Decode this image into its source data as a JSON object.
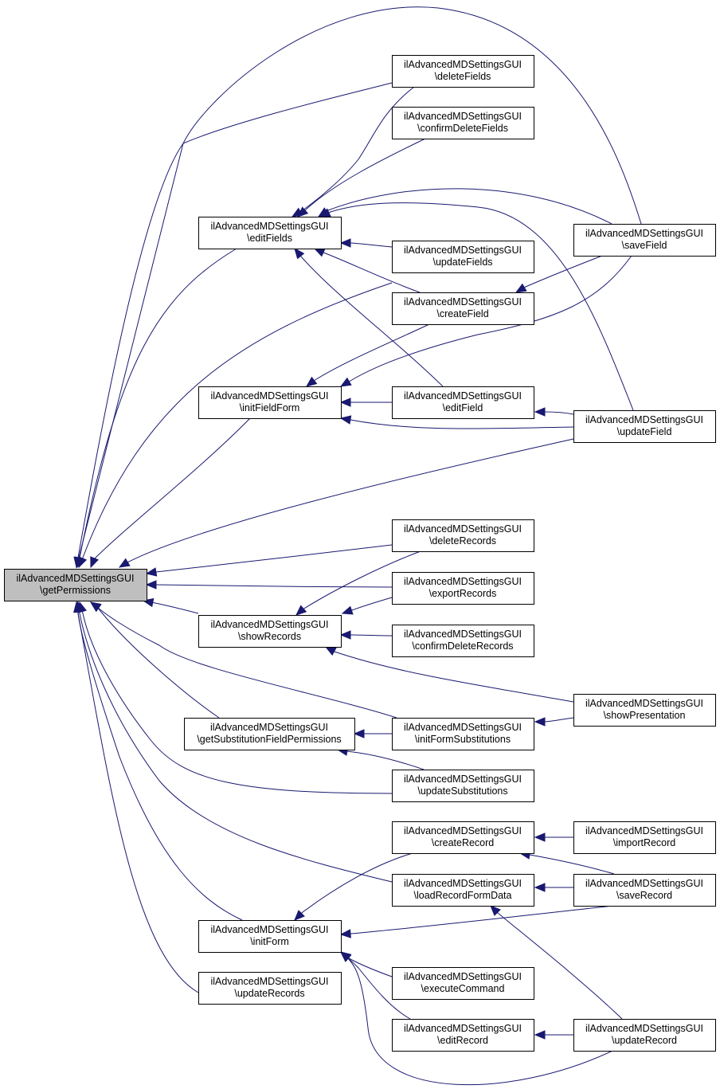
{
  "graph": {
    "nodes": [
      {
        "id": "root",
        "line1": "ilAdvancedMDSettingsGUI",
        "line2": "\\getPermissions",
        "root": true
      },
      {
        "id": "deleteFields",
        "line1": "ilAdvancedMDSettingsGUI",
        "line2": "\\deleteFields"
      },
      {
        "id": "confirmDeleteFields",
        "line1": "ilAdvancedMDSettingsGUI",
        "line2": "\\confirmDeleteFields"
      },
      {
        "id": "editFields",
        "line1": "ilAdvancedMDSettingsGUI",
        "line2": "\\editFields"
      },
      {
        "id": "saveField",
        "line1": "ilAdvancedMDSettingsGUI",
        "line2": "\\saveField"
      },
      {
        "id": "updateFields",
        "line1": "ilAdvancedMDSettingsGUI",
        "line2": "\\updateFields"
      },
      {
        "id": "createField",
        "line1": "ilAdvancedMDSettingsGUI",
        "line2": "\\createField"
      },
      {
        "id": "initFieldForm",
        "line1": "ilAdvancedMDSettingsGUI",
        "line2": "\\initFieldForm"
      },
      {
        "id": "editField",
        "line1": "ilAdvancedMDSettingsGUI",
        "line2": "\\editField"
      },
      {
        "id": "updateField",
        "line1": "ilAdvancedMDSettingsGUI",
        "line2": "\\updateField"
      },
      {
        "id": "deleteRecords",
        "line1": "ilAdvancedMDSettingsGUI",
        "line2": "\\deleteRecords"
      },
      {
        "id": "exportRecords",
        "line1": "ilAdvancedMDSettingsGUI",
        "line2": "\\exportRecords"
      },
      {
        "id": "showRecords",
        "line1": "ilAdvancedMDSettingsGUI",
        "line2": "\\showRecords"
      },
      {
        "id": "confirmDeleteRecords",
        "line1": "ilAdvancedMDSettingsGUI",
        "line2": "\\confirmDeleteRecords"
      },
      {
        "id": "showPresentation",
        "line1": "ilAdvancedMDSettingsGUI",
        "line2": "\\showPresentation"
      },
      {
        "id": "getSubstitutionFieldPermissions",
        "line1": "ilAdvancedMDSettingsGUI",
        "line2": "\\getSubstitutionFieldPermissions"
      },
      {
        "id": "initFormSubstitutions",
        "line1": "ilAdvancedMDSettingsGUI",
        "line2": "\\initFormSubstitutions"
      },
      {
        "id": "updateSubstitutions",
        "line1": "ilAdvancedMDSettingsGUI",
        "line2": "\\updateSubstitutions"
      },
      {
        "id": "createRecord",
        "line1": "ilAdvancedMDSettingsGUI",
        "line2": "\\createRecord"
      },
      {
        "id": "importRecord",
        "line1": "ilAdvancedMDSettingsGUI",
        "line2": "\\importRecord"
      },
      {
        "id": "loadRecordFormData",
        "line1": "ilAdvancedMDSettingsGUI",
        "line2": "\\loadRecordFormData"
      },
      {
        "id": "saveRecord",
        "line1": "ilAdvancedMDSettingsGUI",
        "line2": "\\saveRecord"
      },
      {
        "id": "initForm",
        "line1": "ilAdvancedMDSettingsGUI",
        "line2": "\\initForm"
      },
      {
        "id": "executeCommand",
        "line1": "ilAdvancedMDSettingsGUI",
        "line2": "\\executeCommand"
      },
      {
        "id": "updateRecords",
        "line1": "ilAdvancedMDSettingsGUI",
        "line2": "\\updateRecords"
      },
      {
        "id": "editRecord",
        "line1": "ilAdvancedMDSettingsGUI",
        "line2": "\\editRecord"
      },
      {
        "id": "updateRecord",
        "line1": "ilAdvancedMDSettingsGUI",
        "line2": "\\updateRecord"
      }
    ],
    "edges": [
      {
        "from": "deleteFields",
        "to": "root"
      },
      {
        "from": "saveField",
        "to": "root"
      },
      {
        "from": "editFields",
        "to": "root"
      },
      {
        "from": "createField",
        "to": "root"
      },
      {
        "from": "initFieldForm",
        "to": "root"
      },
      {
        "from": "updateField",
        "to": "root"
      },
      {
        "from": "deleteRecords",
        "to": "root"
      },
      {
        "from": "exportRecords",
        "to": "root"
      },
      {
        "from": "showRecords",
        "to": "root"
      },
      {
        "from": "initFormSubstitutions",
        "to": "root"
      },
      {
        "from": "getSubstitutionFieldPermissions",
        "to": "root"
      },
      {
        "from": "updateSubstitutions",
        "to": "root"
      },
      {
        "from": "loadRecordFormData",
        "to": "root"
      },
      {
        "from": "initForm",
        "to": "root"
      },
      {
        "from": "updateRecords",
        "to": "root"
      },
      {
        "from": "deleteFields",
        "to": "editFields"
      },
      {
        "from": "confirmDeleteFields",
        "to": "editFields"
      },
      {
        "from": "saveField",
        "to": "editFields"
      },
      {
        "from": "updateField",
        "to": "editFields"
      },
      {
        "from": "updateFields",
        "to": "editFields"
      },
      {
        "from": "createField",
        "to": "editFields"
      },
      {
        "from": "editField",
        "to": "editFields"
      },
      {
        "from": "saveField",
        "to": "createField"
      },
      {
        "from": "createField",
        "to": "initFieldForm"
      },
      {
        "from": "saveField",
        "to": "initFieldForm"
      },
      {
        "from": "editField",
        "to": "initFieldForm"
      },
      {
        "from": "updateField",
        "to": "initFieldForm"
      },
      {
        "from": "updateField",
        "to": "editField"
      },
      {
        "from": "deleteRecords",
        "to": "showRecords"
      },
      {
        "from": "exportRecords",
        "to": "showRecords"
      },
      {
        "from": "confirmDeleteRecords",
        "to": "showRecords"
      },
      {
        "from": "showPresentation",
        "to": "showRecords"
      },
      {
        "from": "initFormSubstitutions",
        "to": "getSubstitutionFieldPermissions"
      },
      {
        "from": "updateSubstitutions",
        "to": "getSubstitutionFieldPermissions"
      },
      {
        "from": "showPresentation",
        "to": "initFormSubstitutions"
      },
      {
        "from": "importRecord",
        "to": "createRecord"
      },
      {
        "from": "saveRecord",
        "to": "createRecord"
      },
      {
        "from": "saveRecord",
        "to": "loadRecordFormData"
      },
      {
        "from": "updateRecord",
        "to": "loadRecordFormData"
      },
      {
        "from": "createRecord",
        "to": "initForm"
      },
      {
        "from": "saveRecord",
        "to": "initForm"
      },
      {
        "from": "executeCommand",
        "to": "initForm"
      },
      {
        "from": "editRecord",
        "to": "initForm"
      },
      {
        "from": "updateRecord",
        "to": "initForm"
      },
      {
        "from": "updateRecord",
        "to": "editRecord"
      }
    ]
  }
}
